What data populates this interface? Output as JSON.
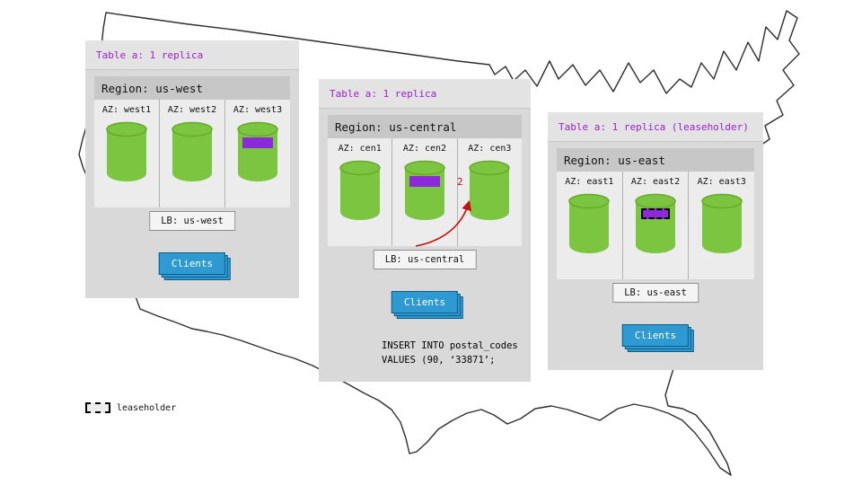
{
  "regions": [
    {
      "table_label": "Table a: 1 replica",
      "region_label": "Region: us-west",
      "azs": [
        {
          "label": "AZ: west1",
          "marker": "none"
        },
        {
          "label": "AZ: west2",
          "marker": "none"
        },
        {
          "label": "AZ: west3",
          "marker": "replica"
        }
      ],
      "lb_label": "LB: us-west",
      "clients_label": "Clients"
    },
    {
      "table_label": "Table a: 1 replica",
      "region_label": "Region: us-central",
      "azs": [
        {
          "label": "AZ: cen1",
          "marker": "none"
        },
        {
          "label": "AZ: cen2",
          "marker": "replica"
        },
        {
          "label": "AZ: cen3",
          "marker": "none"
        }
      ],
      "lb_label": "LB: us-central",
      "clients_label": "Clients"
    },
    {
      "table_label": "Table a: 1 replica (leaseholder)",
      "region_label": "Region: us-east",
      "azs": [
        {
          "label": "AZ: east1",
          "marker": "none"
        },
        {
          "label": "AZ: east2",
          "marker": "leaseholder"
        },
        {
          "label": "AZ: east3",
          "marker": "none"
        }
      ],
      "lb_label": "LB: us-east",
      "clients_label": "Clients"
    }
  ],
  "sql": {
    "line1": "INSERT INTO postal_codes",
    "line2": "VALUES (90, ‘33871’;"
  },
  "arrow": {
    "label": "2"
  },
  "legend": {
    "label": "leaseholder"
  },
  "colors": {
    "cylinder_green": "#7cc540",
    "replica_purple": "#8c29d9",
    "clients_blue": "#2f9ad2",
    "arrow_red": "#c41212",
    "header_purple": "#9d1fd1"
  }
}
